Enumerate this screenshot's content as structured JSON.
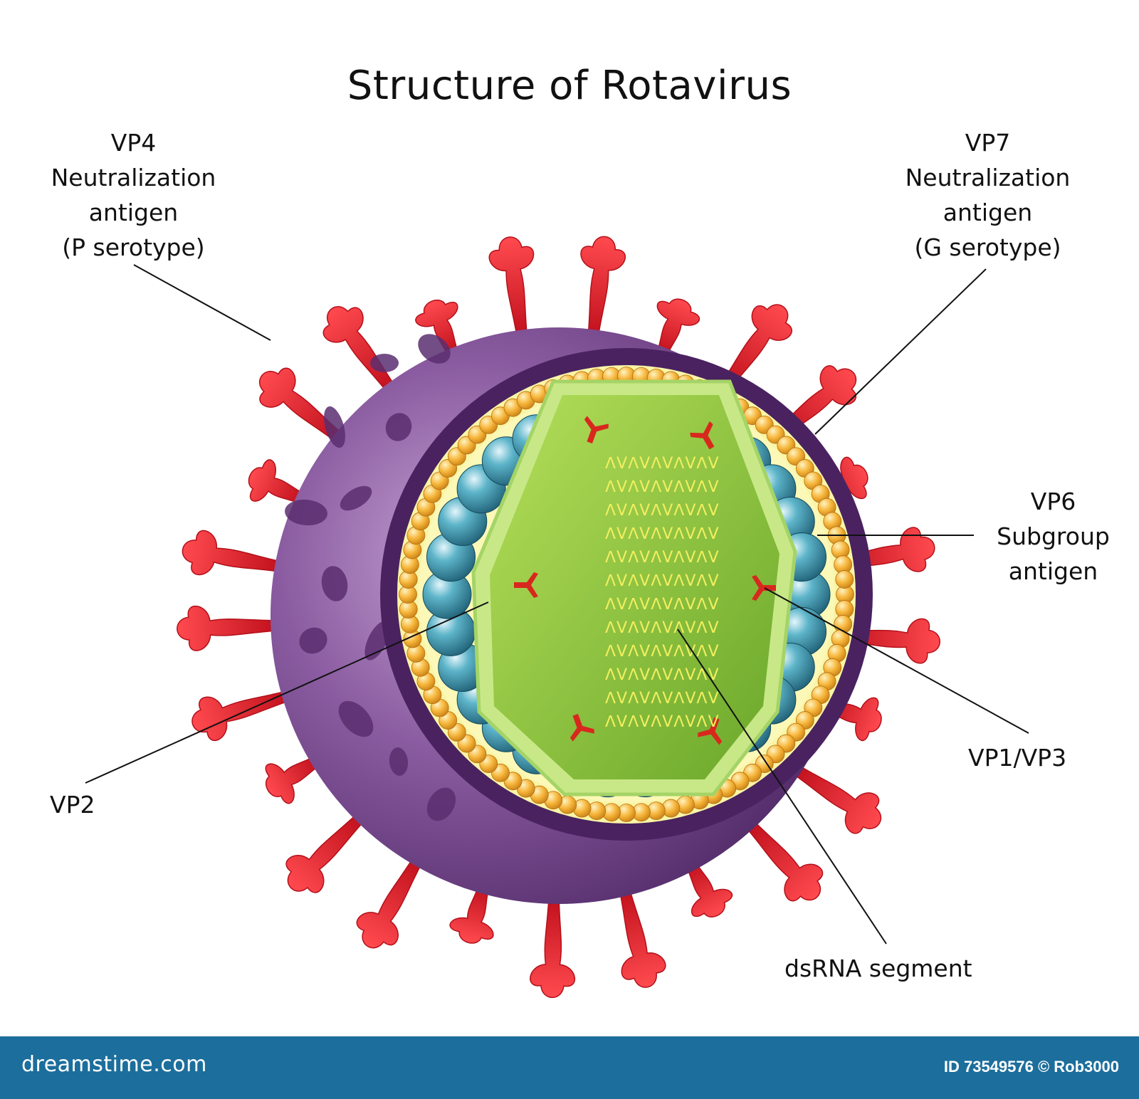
{
  "title": "Structure of Rotavirus",
  "labels": {
    "vp4": [
      "VP4",
      "Neutralization",
      "antigen",
      "(P serotype)"
    ],
    "vp7": [
      "VP7",
      "Neutralization",
      "antigen",
      "(G serotype)"
    ],
    "vp6": [
      "VP6",
      "Subgroup",
      "antigen"
    ],
    "vp1_vp3": "VP1/VP3",
    "vp2": "VP2",
    "dsrna": "dsRNA segment"
  },
  "rna_strand_text": "ᐱVᐱVᐱVᐱVᐱV",
  "footer": {
    "brand": "dreamstime.com",
    "credit": "ID 73549576 © Rob3000"
  },
  "colors": {
    "spike": "#e5202a",
    "outer_capsid": "#6e3d84",
    "bead_layer": "#f4b23a",
    "inner_capsid_sphere": "#2f8ca4",
    "core": "#8cc43c",
    "rna": "#f2ee5c",
    "footer": "#1c6e9c"
  }
}
